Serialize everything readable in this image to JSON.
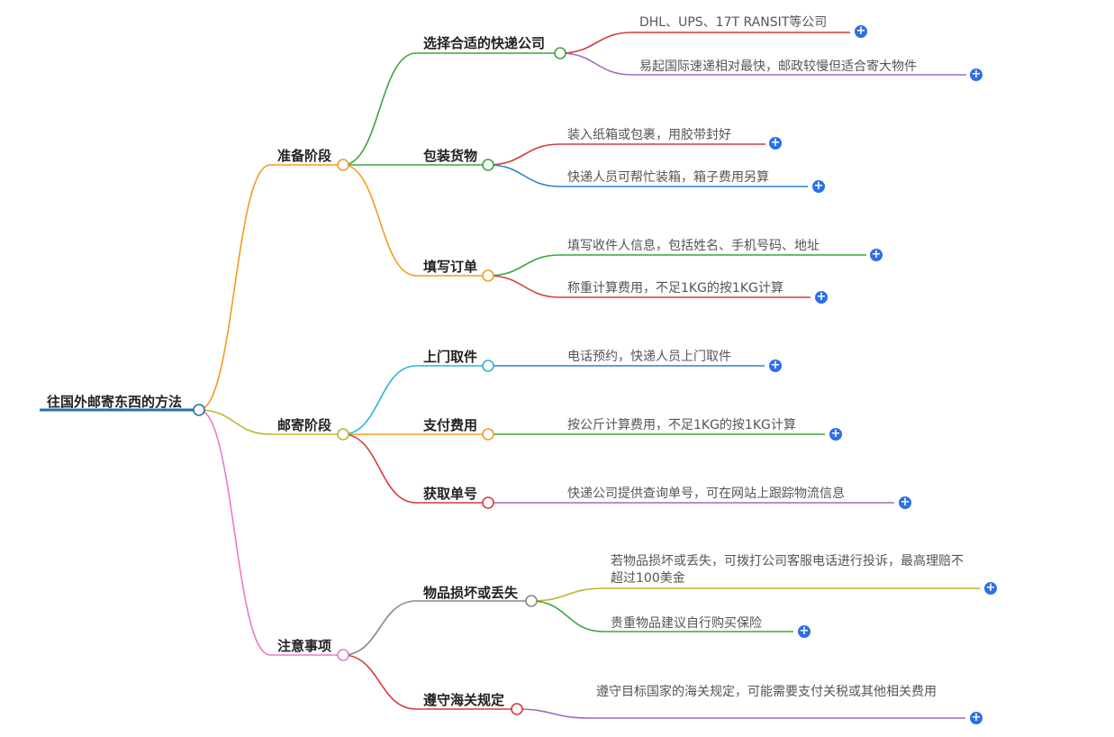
{
  "root": {
    "title": "往国外邮寄东西的方法"
  },
  "colors": {
    "root_underline": "#2a6fb0",
    "orange": "#f39c1f",
    "olive": "#b9b62a",
    "pink": "#e87cc7",
    "green": "#3aa63a",
    "red": "#d63b3b",
    "purple": "#9b6bc4",
    "blue": "#2f7fc8",
    "cyan": "#26b6cf",
    "gray": "#888888",
    "plus": "#2c6fe8"
  },
  "branches": [
    {
      "label": "准备阶段",
      "children": [
        {
          "label": "选择合适的快递公司",
          "leaves": [
            "DHL、UPS、17T RANSIT等公司",
            "易起国际速递相对最快，邮政较慢但适合寄大物件"
          ]
        },
        {
          "label": "包装货物",
          "leaves": [
            "装入纸箱或包裹，用胶带封好",
            "快递人员可帮忙装箱，箱子费用另算"
          ]
        },
        {
          "label": "填写订单",
          "leaves": [
            "填写收件人信息，包括姓名、手机号码、地址",
            "称重计算费用，不足1KG的按1KG计算"
          ]
        }
      ]
    },
    {
      "label": "邮寄阶段",
      "children": [
        {
          "label": "上门取件",
          "leaves": [
            "电话预约，快递人员上门取件"
          ]
        },
        {
          "label": "支付费用",
          "leaves": [
            "按公斤计算费用，不足1KG的按1KG计算"
          ]
        },
        {
          "label": "获取单号",
          "leaves": [
            "快递公司提供查询单号，可在网站上跟踪物流信息"
          ]
        }
      ]
    },
    {
      "label": "注意事项",
      "children": [
        {
          "label": "物品损坏或丢失",
          "leaves": [
            "若物品损坏或丢失，可拨打公司客服电话进行投诉，最高理赔不超过100美金",
            "贵重物品建议自行购买保险"
          ]
        },
        {
          "label": "遵守海关规定",
          "leaves": [
            "遵守目标国家的海关规定，可能需要支付关税或其他相关费用"
          ]
        }
      ]
    }
  ],
  "expand_icon": "plus-icon"
}
